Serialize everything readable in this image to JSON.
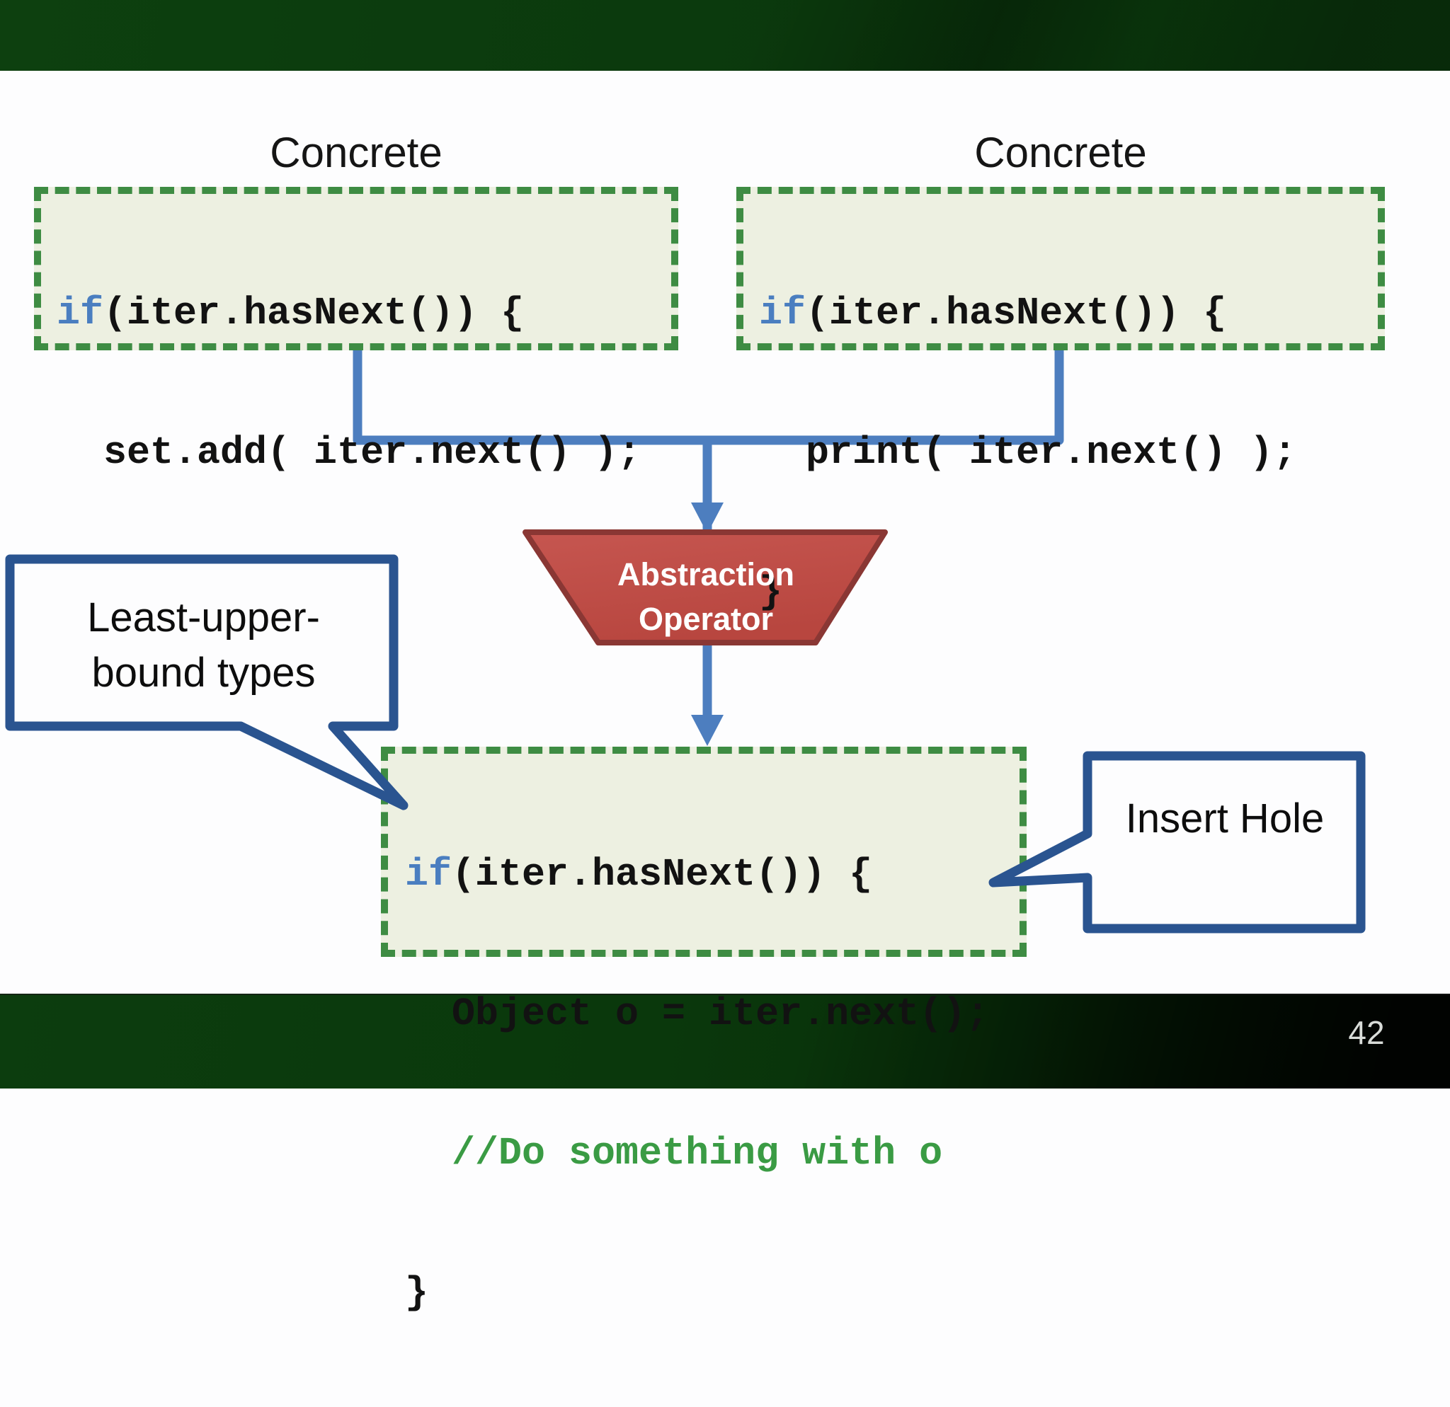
{
  "page": {
    "number": "42"
  },
  "titles": {
    "left": "Concrete",
    "right": "Concrete"
  },
  "code_boxes": {
    "left": {
      "lines": [
        {
          "kw": "if",
          "rest": "(iter.hasNext()) {"
        },
        {
          "kw": "",
          "rest": "  set.add( iter.next() );"
        },
        {
          "kw": "",
          "rest": "}"
        }
      ]
    },
    "right": {
      "lines": [
        {
          "kw": "if",
          "rest": "(iter.hasNext()) {"
        },
        {
          "kw": "",
          "rest": "  print( iter.next() );"
        },
        {
          "kw": "",
          "rest": "}"
        }
      ]
    },
    "result": {
      "lines": [
        {
          "kw": "if",
          "rest": "(iter.hasNext()) {"
        },
        {
          "kw": "",
          "rest": "  Object o = iter.next();"
        },
        {
          "kw": "",
          "rest": "  //Do something with o"
        },
        {
          "kw": "",
          "rest": "}"
        }
      ]
    }
  },
  "operator": {
    "line1": "Abstraction",
    "line2": "Operator"
  },
  "callouts": {
    "left_line1": "Least-upper-",
    "left_line2": "bound types",
    "right_text": "Insert Hole"
  },
  "colors": {
    "connector_blue": "#4d7ebf",
    "callout_border_blue": "#2a5490",
    "dash_green": "#3e8c43",
    "code_box_fill": "#edf0e1",
    "keyword_blue": "#4a7ec0",
    "comment_green": "#3a9b44",
    "trapezoid_fill": "#c0504d",
    "trapezoid_border": "#8a3734",
    "bar_green": "#0b3a0d",
    "page_number_gray": "#d8dcd8"
  }
}
